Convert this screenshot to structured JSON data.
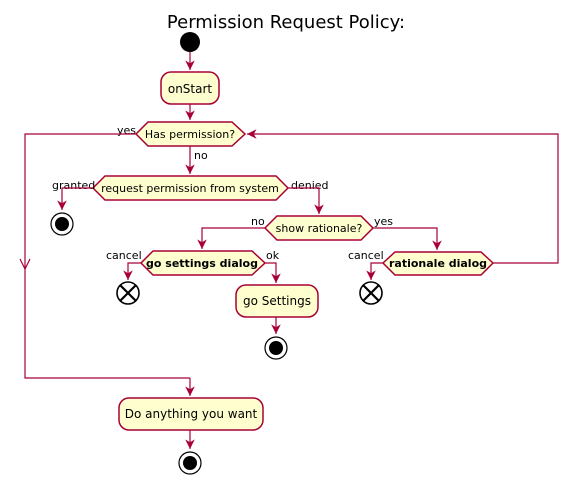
{
  "title": "Permission Request Policy:",
  "nodes": {
    "on_start": "onStart",
    "has_permission": "Has permission?",
    "request_permission": "request permission from system",
    "show_rationale": "show rationale?",
    "go_settings_dialog": "go settings dialog",
    "rationale_dialog": "rationale dialog",
    "go_settings": "go Settings",
    "do_anything": "Do anything you want"
  },
  "edges": {
    "yes_permission": "yes",
    "no_permission": "no",
    "granted": "granted",
    "denied": "denied",
    "no_rationale": "no",
    "yes_rationale": "yes",
    "cancel_settings": "cancel",
    "ok_settings": "ok",
    "cancel_rationale": "cancel"
  },
  "colors": {
    "node_fill": "#FEFECE",
    "line": "#A80036",
    "terminal": "#000000"
  }
}
